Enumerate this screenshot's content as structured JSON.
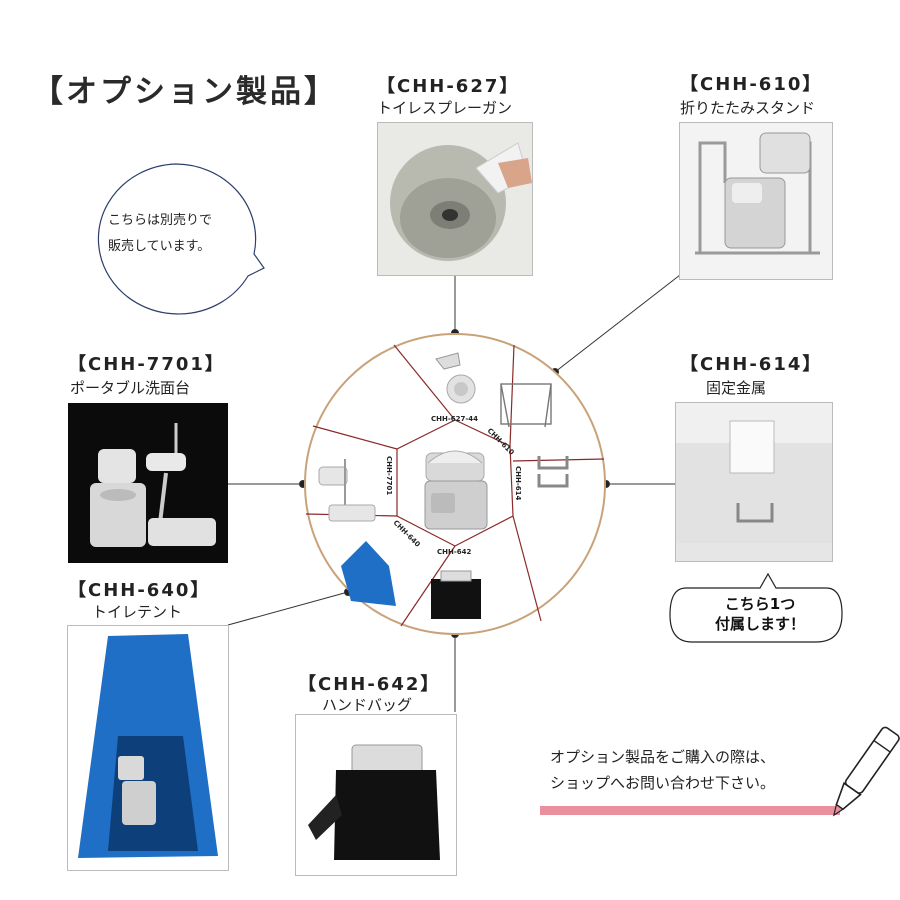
{
  "title": "【オプション製品】",
  "separate_sale_bubble": {
    "line1": "こちらは別売りで",
    "line2": "販売しています。"
  },
  "products": {
    "spray": {
      "code": "【CHH-627】",
      "name": "トイレスプレーガン"
    },
    "stand": {
      "code": "【CHH-610】",
      "name": "折りたたみスタンド"
    },
    "basin": {
      "code": "【CHH-7701】",
      "name": "ポータブル洗面台"
    },
    "bracket": {
      "code": "【CHH-614】",
      "name": "固定金属"
    },
    "tent": {
      "code": "【CHH-640】",
      "name": "トイレテント"
    },
    "bag": {
      "code": "【CHH-642】",
      "name": "ハンドバッグ"
    }
  },
  "included_badge": {
    "line1": "こちら1つ",
    "line2": "付属します！"
  },
  "purchase_note": {
    "line1": "オプション製品をご購入の際は、",
    "line2": "ショップへお問い合わせ下さい。"
  },
  "wheel_labels": {
    "spray": "CHH-627-44",
    "stand": "CHH-610",
    "bracket": "CHH-614",
    "bag": "CHH-642",
    "tent": "CHH-640",
    "basin": "CHH-7701"
  },
  "colors": {
    "accent_pink": "#e8909e",
    "wheel_ring": "#c9a27a",
    "wheel_divider": "#8a2a2a",
    "tent_blue": "#1f6fc6"
  }
}
